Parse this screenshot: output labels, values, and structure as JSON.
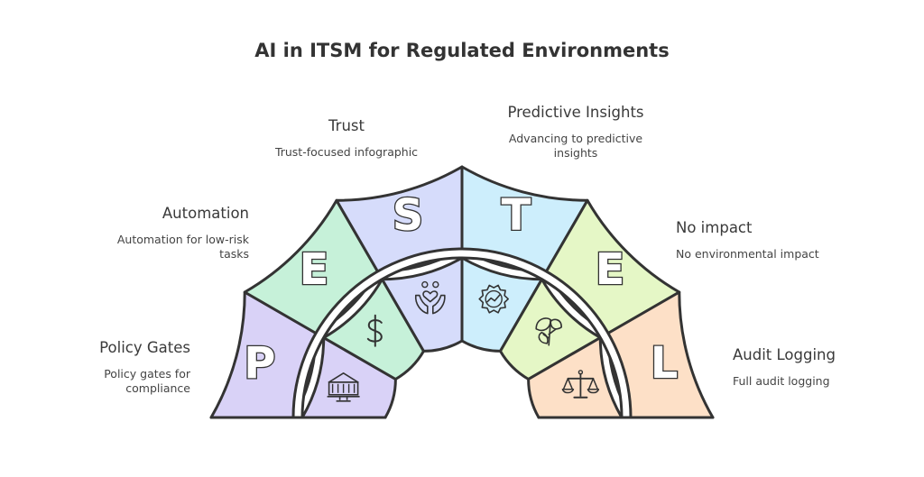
{
  "title": "AI in ITSM for Regulated Environments",
  "segments": [
    {
      "letter": "P",
      "heading": "Policy Gates",
      "description": [
        "Policy gates for",
        "compliance"
      ],
      "icon": "government-building-icon",
      "color": "#d9d2f7"
    },
    {
      "letter": "E",
      "heading": "Automation",
      "description": [
        "Automation for low-risk",
        "tasks"
      ],
      "icon": "dollar-icon",
      "color": "#c6f1d9"
    },
    {
      "letter": "S",
      "heading": "Trust",
      "description": [
        "Trust-focused infographic"
      ],
      "icon": "hands-heart-icon",
      "color": "#d6dcfb"
    },
    {
      "letter": "T",
      "heading": "Predictive Insights",
      "description": [
        "Advancing to predictive",
        "insights"
      ],
      "icon": "gear-chart-icon",
      "color": "#cdeefc"
    },
    {
      "letter": "E",
      "heading": "No impact",
      "description": [
        "No environmental impact"
      ],
      "icon": "leaf-icon",
      "color": "#e5f7c6"
    },
    {
      "letter": "L",
      "heading": "Audit Logging",
      "description": [
        "Full audit logging"
      ],
      "icon": "scales-icon",
      "color": "#fde0c7"
    }
  ],
  "colors": {
    "outline": "#333333",
    "text": "#333333"
  }
}
